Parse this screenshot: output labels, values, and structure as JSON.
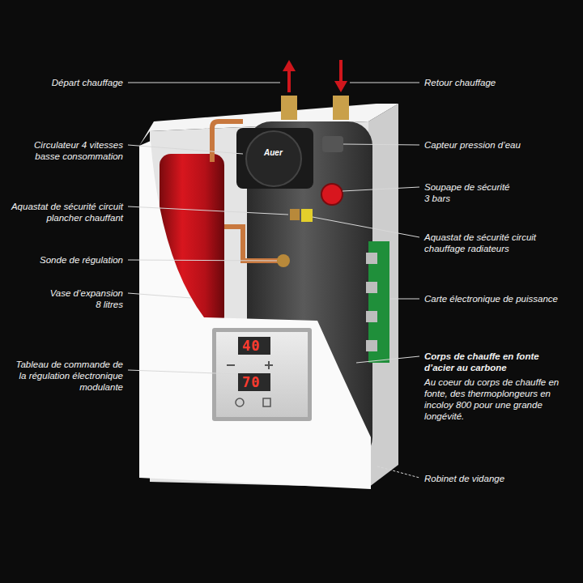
{
  "diagram": {
    "labels": [
      "Départ chauffage",
      "Circulateur 4 vitesses basse consommation",
      "Aquastat de sécurité circuit plancher chauffant",
      "Sonde de régulation",
      "Vase d’expansion 8 litres",
      "Tableau de commande de la régulation électronique modulante",
      "Retour chauffage",
      "Capteur pression d’eau",
      "Soupape de sécurité 3 bars",
      "Aquastat de sécurité circuit chauffage radiateurs",
      "Carte électronique de puissance",
      "Corps de chauffe en fonte d’acier au carbone",
      "Au coeur du corps de chauffe en fonte, des thermoplongeurs en incoloy 800 pour une grande longévité.",
      "Robinet de vidange",
      "40",
      "70",
      "Auer"
    ]
  }
}
